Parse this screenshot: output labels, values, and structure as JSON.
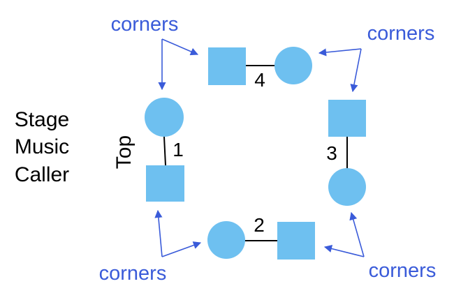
{
  "colors": {
    "dancer_fill": "#6ec0f0",
    "arrow": "#3a5bd9",
    "label": "#3a5bd9",
    "line": "#000000"
  },
  "caller_label": [
    "Stage",
    "Music",
    "Caller"
  ],
  "top_label": "Top",
  "couples": [
    {
      "number": "1",
      "shapes": [
        "circle",
        "square"
      ]
    },
    {
      "number": "2",
      "shapes": [
        "circle",
        "square"
      ]
    },
    {
      "number": "3",
      "shapes": [
        "square",
        "circle"
      ]
    },
    {
      "number": "4",
      "shapes": [
        "square",
        "circle"
      ]
    }
  ],
  "corner_labels": {
    "top_left": "corners",
    "top_right": "corners",
    "bottom_left": "corners",
    "bottom_right": "corners"
  }
}
